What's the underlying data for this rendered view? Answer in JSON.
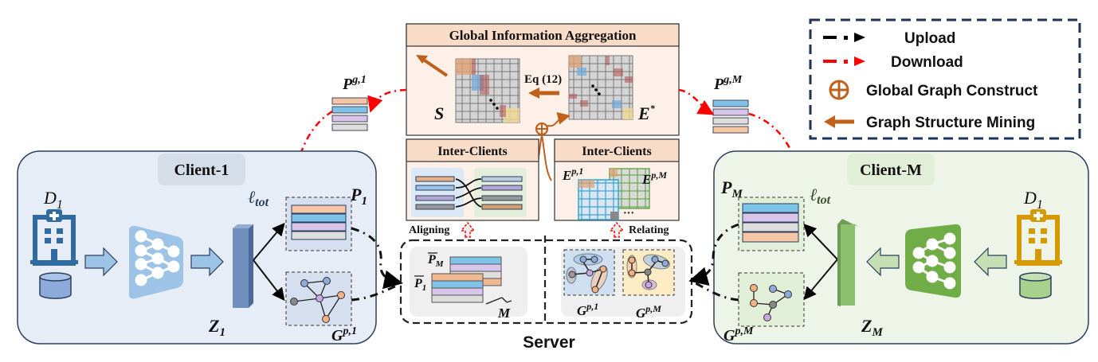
{
  "legend": {
    "items": [
      {
        "label": "Upload",
        "icon": "black-dash-dot-arrow-icon",
        "color": "#000000"
      },
      {
        "label": "Download",
        "icon": "red-dash-dot-arrow-icon",
        "color": "#ff0000"
      },
      {
        "label": "Global Graph Construct",
        "icon": "circled-plus-icon",
        "color": "#c0601a"
      },
      {
        "label": "Graph Structure Mining",
        "icon": "orange-left-arrow-icon",
        "color": "#c0601a"
      }
    ]
  },
  "global_panel": {
    "title": "Global Information Aggregation",
    "matrix_s_label": "S",
    "matrix_e_label": "E",
    "matrix_e_sup": "*",
    "eq_label": "Eq (12)"
  },
  "inter_clients_left": {
    "title": "Inter-Clients",
    "caption": "Aligning"
  },
  "inter_clients_right": {
    "title": "Inter-Clients",
    "caption": "Relating",
    "e1_label": "E",
    "e1_sup": "p,1",
    "em_label": "E",
    "em_sup": "p,M",
    "ellipsis": "···"
  },
  "server": {
    "label": "Server",
    "p1_label": "P",
    "p1_sub": "1",
    "pm_label": "P",
    "pm_sub": "M",
    "m_label": "M",
    "g1_label": "G",
    "g1_sup": "p,1",
    "gm_label": "G",
    "gm_sup": "p,M"
  },
  "pg1": {
    "label": "P",
    "sup": "g,1"
  },
  "pgm": {
    "label": "P",
    "sup": "g,M"
  },
  "client1": {
    "title": "Client-1",
    "data_label": "D",
    "data_sub": "1",
    "z_label": "Z",
    "z_sub": "1",
    "p_label": "P",
    "p_sub": "1",
    "g_label": "G",
    "g_sup": "p,1",
    "loss_label": "ℓ",
    "loss_sub": "tot",
    "colors": {
      "bg": "#e6edf7",
      "accent": "#2f6aa0",
      "light": "#9dc3e6"
    }
  },
  "clientM": {
    "title": "Client-M",
    "data_label": "D",
    "data_sub": "1",
    "z_label": "Z",
    "z_sub": "M",
    "p_label": "P",
    "p_sub": "M",
    "g_label": "G",
    "g_sup": "p,M",
    "loss_label": "ℓ",
    "loss_sub": "tot",
    "colors": {
      "bg": "#eef5e8",
      "accent": "#70ad47",
      "hospital": "#d49a00"
    }
  }
}
